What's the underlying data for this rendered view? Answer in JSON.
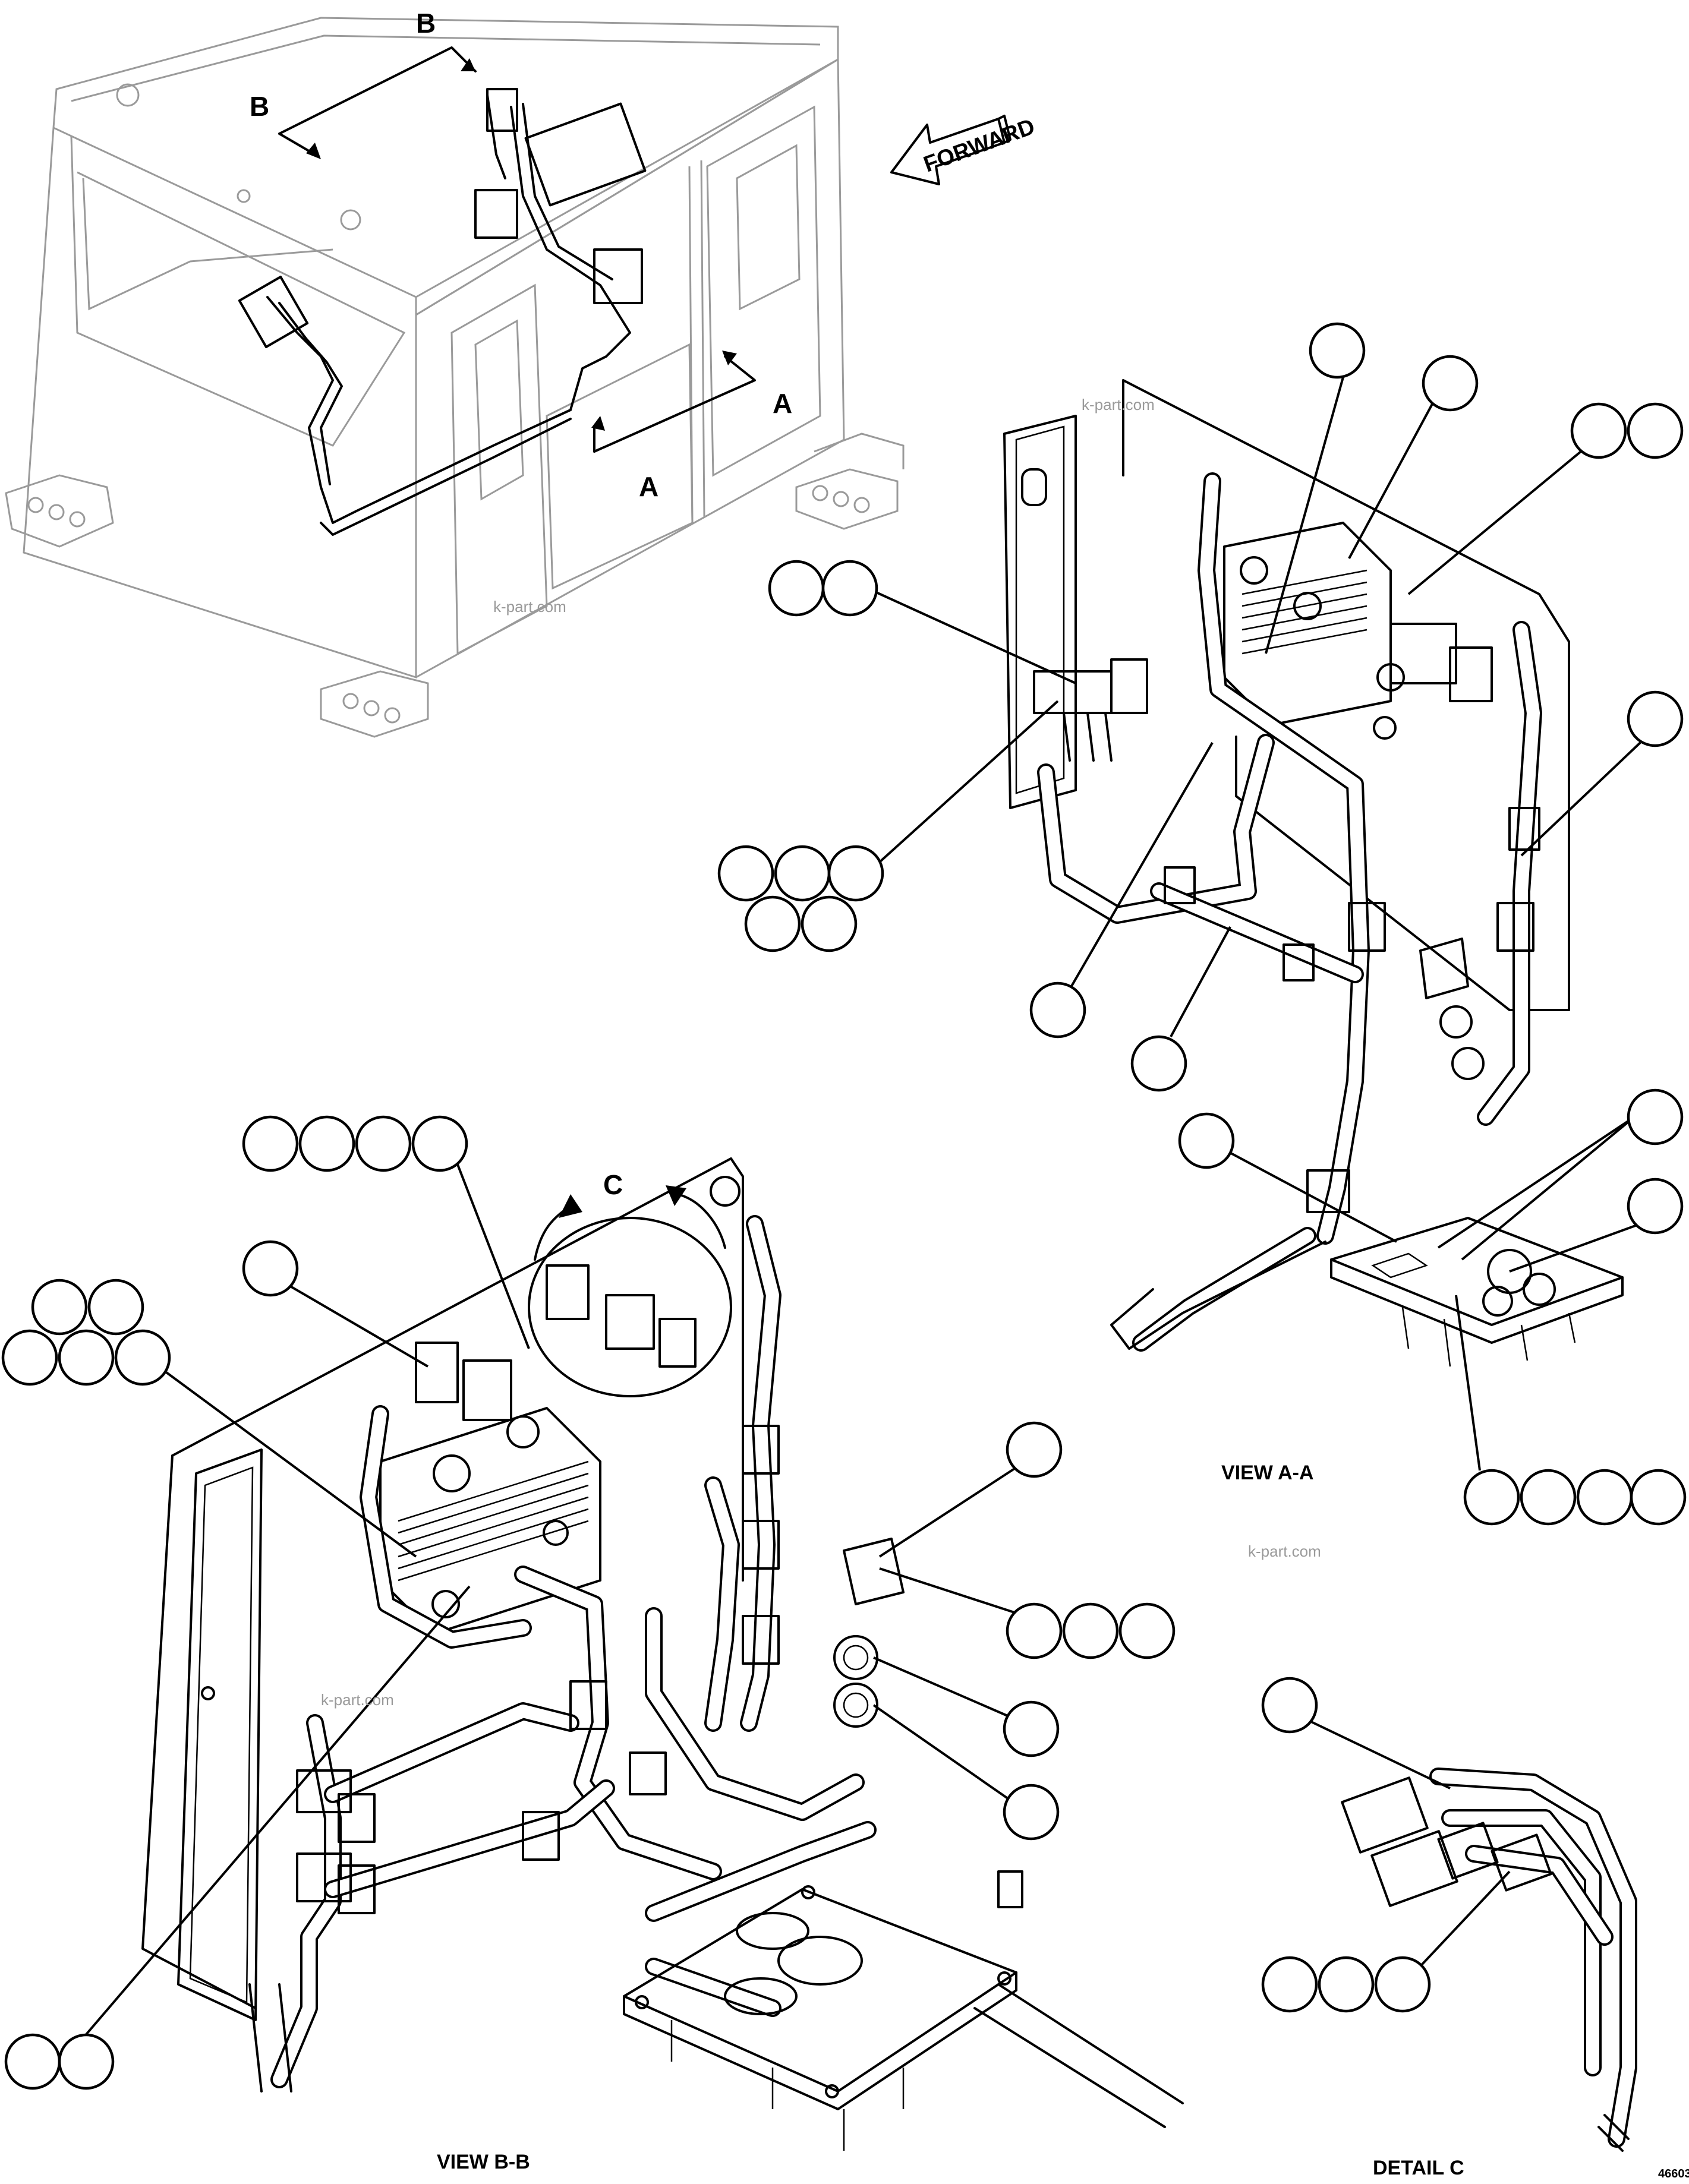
{
  "labels": {
    "forward": "FORWARD",
    "section_a": "A",
    "section_b": "B",
    "detail_c": "C",
    "view_aa": "VIEW A-A",
    "view_bb": "VIEW B-B",
    "detail_c_title": "DETAIL C",
    "drawing_number": "46603"
  },
  "watermark": "k-part.com",
  "colors": {
    "line": "#000000",
    "background": "#ffffff",
    "ghost": "#9a9a9a"
  }
}
